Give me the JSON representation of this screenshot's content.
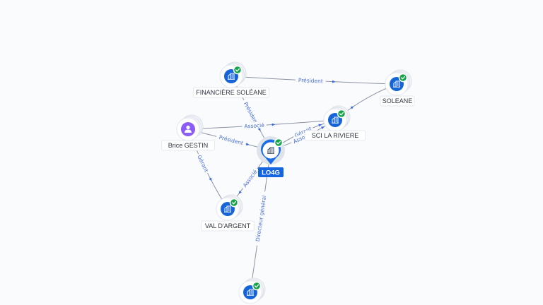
{
  "colors": {
    "company": "#1565d8",
    "person": "#8b5cf6",
    "verified": "#16a34a",
    "edge": "#8a93a6",
    "edge_label": "#4a6fd6",
    "main": "#1c6ce6"
  },
  "main_node": {
    "label": "LO4G",
    "icon": "building-icon"
  },
  "nodes": [
    {
      "id": "financiere",
      "label": "FINANCIÈRE SOLÉANE",
      "kind": "company",
      "icon": "building-icon",
      "verified": true
    },
    {
      "id": "soleane",
      "label": "SOLEANE",
      "kind": "company",
      "icon": "building-icon",
      "verified": true
    },
    {
      "id": "brice",
      "label": "Brice GESTIN",
      "kind": "person",
      "icon": "person-icon",
      "verified": false
    },
    {
      "id": "sci",
      "label": "SCI LA RIVIERE",
      "kind": "company",
      "icon": "building-icon",
      "verified": true
    },
    {
      "id": "valdargent",
      "label": "VAL D'ARGENT",
      "kind": "company",
      "icon": "building-icon",
      "verified": true
    },
    {
      "id": "bottom",
      "label": "",
      "kind": "company",
      "icon": "building-icon",
      "verified": true
    }
  ],
  "edges": [
    {
      "id": "fin-sol",
      "label": "Président"
    },
    {
      "id": "fin-lo4g",
      "label": "Président"
    },
    {
      "id": "brice-sci",
      "label": "Associé"
    },
    {
      "id": "brice-lo4g",
      "label": "Président"
    },
    {
      "id": "brice-val",
      "label": "Gérant"
    },
    {
      "id": "lo4g-val",
      "label": "Associé"
    },
    {
      "id": "lo4g-sci-1",
      "label": "Gérant"
    },
    {
      "id": "lo4g-sci-2",
      "label": "Associé"
    },
    {
      "id": "sci-sol",
      "label": ""
    },
    {
      "id": "lo4g-bottom",
      "label": "Directeur général"
    }
  ]
}
